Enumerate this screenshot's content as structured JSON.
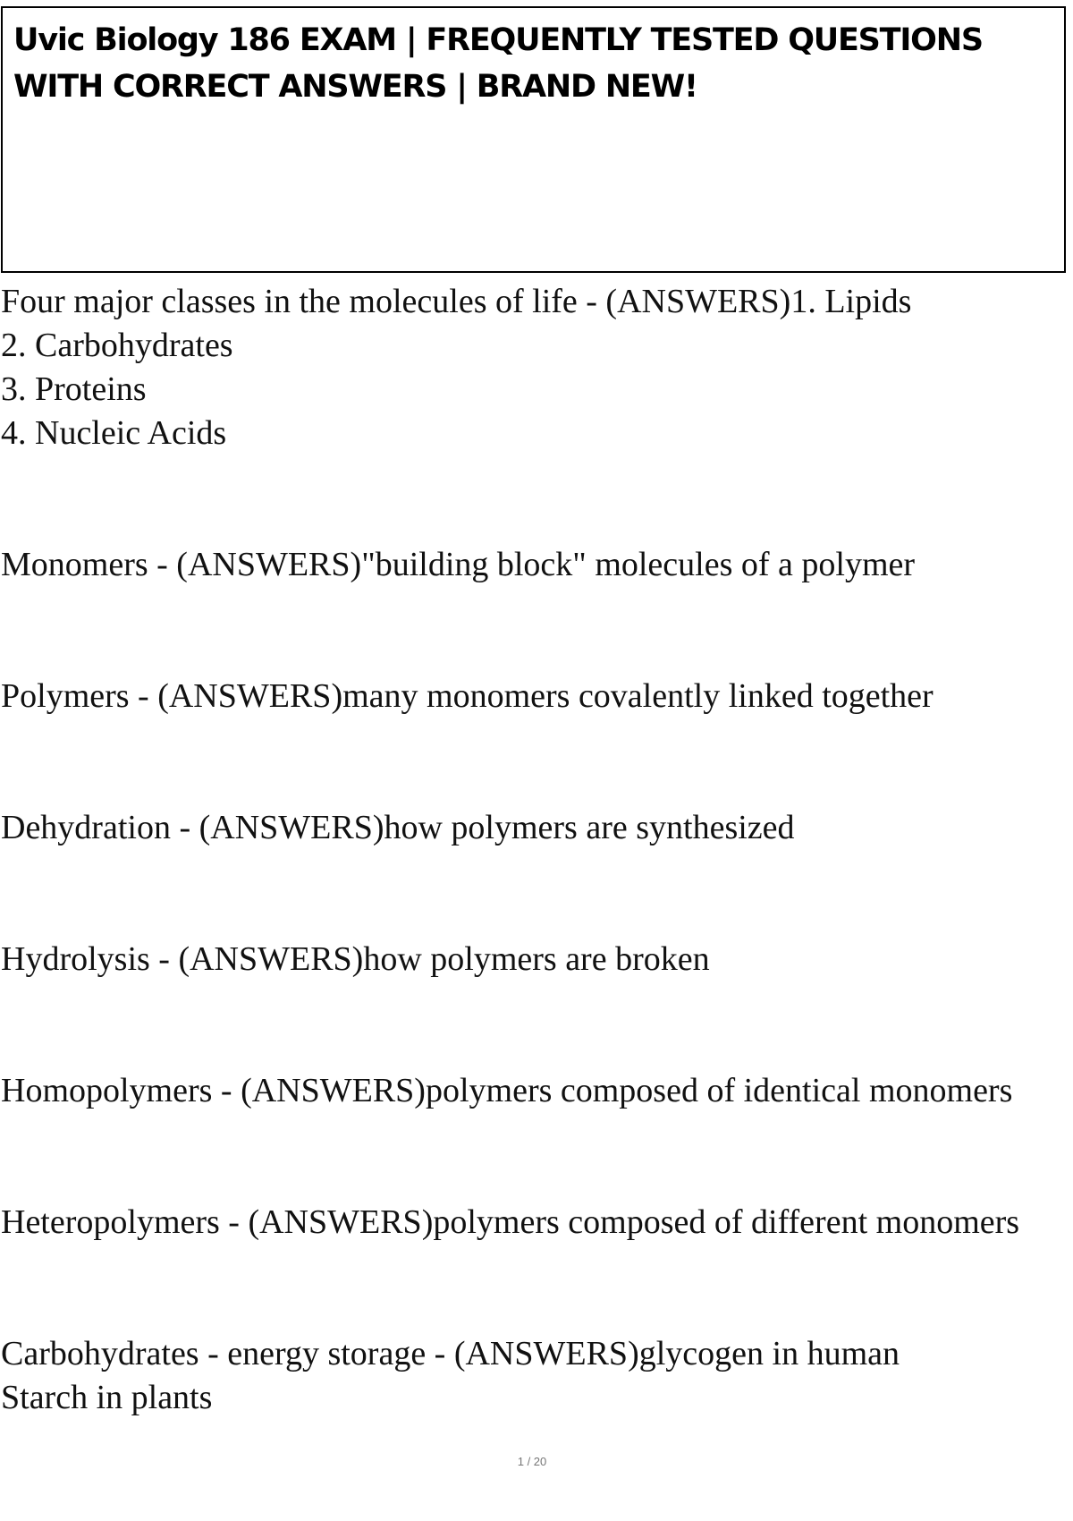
{
  "document": {
    "title": "Uvic Biology 186 EXAM | FREQUENTLY TESTED QUESTIONS\nWITH CORRECT ANSWERS | BRAND NEW!",
    "entries": [
      "Four major classes in the molecules of life - (ANSWERS)1. Lipids\n2. Carbohydrates\n3. Proteins\n4. Nucleic Acids",
      "Monomers - (ANSWERS)\"building block\" molecules of a polymer",
      "Polymers - (ANSWERS)many monomers covalently linked together",
      "Dehydration - (ANSWERS)how polymers are synthesized",
      "Hydrolysis - (ANSWERS)how polymers are broken",
      "Homopolymers - (ANSWERS)polymers composed of identical monomers",
      "Heteropolymers - (ANSWERS)polymers composed of different monomers",
      "Carbohydrates - energy storage - (ANSWERS)glycogen in human\nStarch in plants"
    ],
    "page_number": "1 / 20"
  }
}
